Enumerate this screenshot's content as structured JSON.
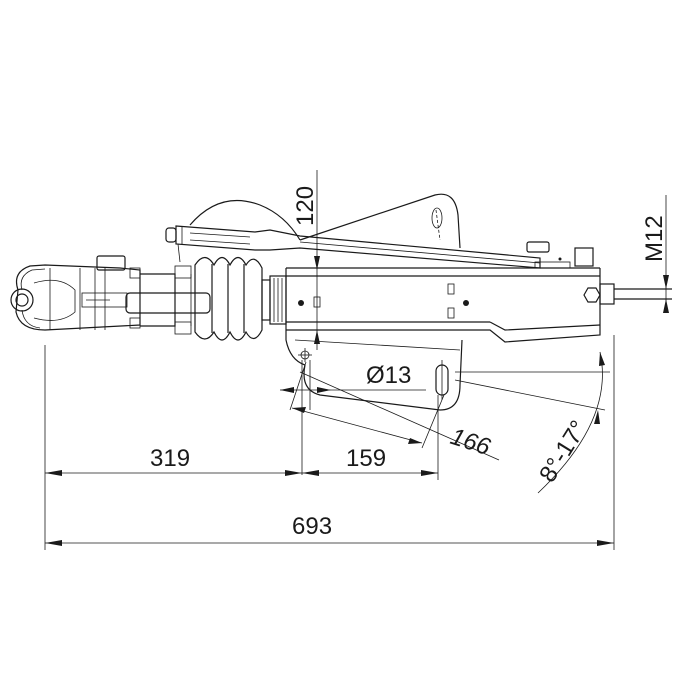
{
  "drawing": {
    "subject": "Trailer overrun coupling (side view) with dimensions",
    "line_color": "#1a1a1a",
    "background": "#ffffff"
  },
  "dimensions": {
    "height_120": "120",
    "thread_m12": "M12",
    "hole_diameter": "Ø13",
    "slot_distance_166": "166",
    "angle_range": "8°-17°",
    "len_319": "319",
    "len_159": "159",
    "total_693": "693"
  }
}
